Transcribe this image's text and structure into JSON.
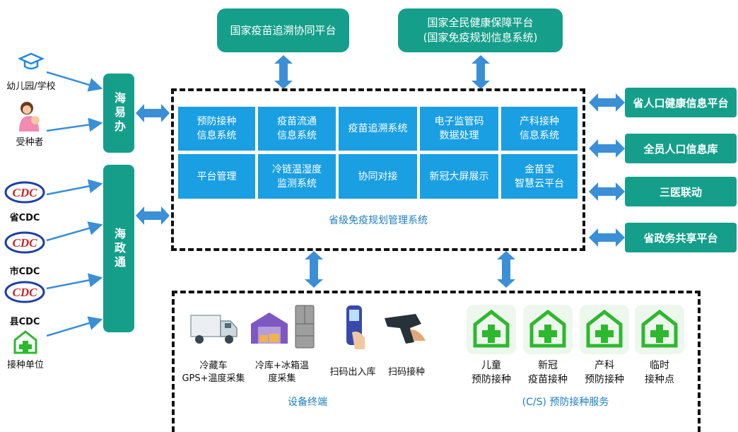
{
  "top_platforms": {
    "vaccine_trace": "国家疫苗追溯协同平台",
    "health_line1": "国家全民健康保障平台",
    "health_line2": "(国家免疫规划信息系统)"
  },
  "left_users": {
    "school": "幼儿园/学校",
    "recipient": "受种者",
    "prov_cdc": "省CDC",
    "city_cdc": "市CDC",
    "county_cdc": "县CDC",
    "vacc_unit": "接种单位",
    "cdc_logo_text": "CDC"
  },
  "left_bars": {
    "haiyiban": "海易办",
    "haizhengtong": "海政通"
  },
  "modules": [
    {
      "l1": "预防接种",
      "l2": "信息系统"
    },
    {
      "l1": "疫苗流通",
      "l2": "信息系统"
    },
    {
      "l1": "疫苗追溯系统",
      "l2": ""
    },
    {
      "l1": "电子监管码",
      "l2": "数据处理"
    },
    {
      "l1": "产科接种",
      "l2": "信息系统"
    },
    {
      "l1": "平台管理",
      "l2": ""
    },
    {
      "l1": "冷链温湿度",
      "l2": "监测系统"
    },
    {
      "l1": "协同对接",
      "l2": ""
    },
    {
      "l1": "新冠大屏展示",
      "l2": ""
    },
    {
      "l1": "金苗宝",
      "l2": "智慧云平台"
    }
  ],
  "central_system": "省级免疫规划管理系统",
  "right_platforms": [
    "省人口健康信息平台",
    "全员人口信息库",
    "三医联动",
    "省政务共享平台"
  ],
  "devices": {
    "truck_l1": "冷藏车",
    "truck_l2": "GPS+温度采集",
    "fridge_l1": "冷库+冰箱温",
    "fridge_l2": "度采集",
    "scan_inout": "扫码出入库",
    "scan_vacc": "扫码接种",
    "footer": "设备终端"
  },
  "services": {
    "child_l1": "儿童",
    "child_l2": "预防接种",
    "covid_l1": "新冠",
    "covid_l2": "疫苗接种",
    "obst_l1": "产科",
    "obst_l2": "预防接种",
    "temp_l1": "临时",
    "temp_l2": "接种点",
    "footer": "(C/S)  预防接种服务"
  },
  "colors": {
    "teal": "#159f8a",
    "blue": "#1a9fe2",
    "arrow": "#3b8fd6",
    "green_icon": "#2eb82e"
  }
}
